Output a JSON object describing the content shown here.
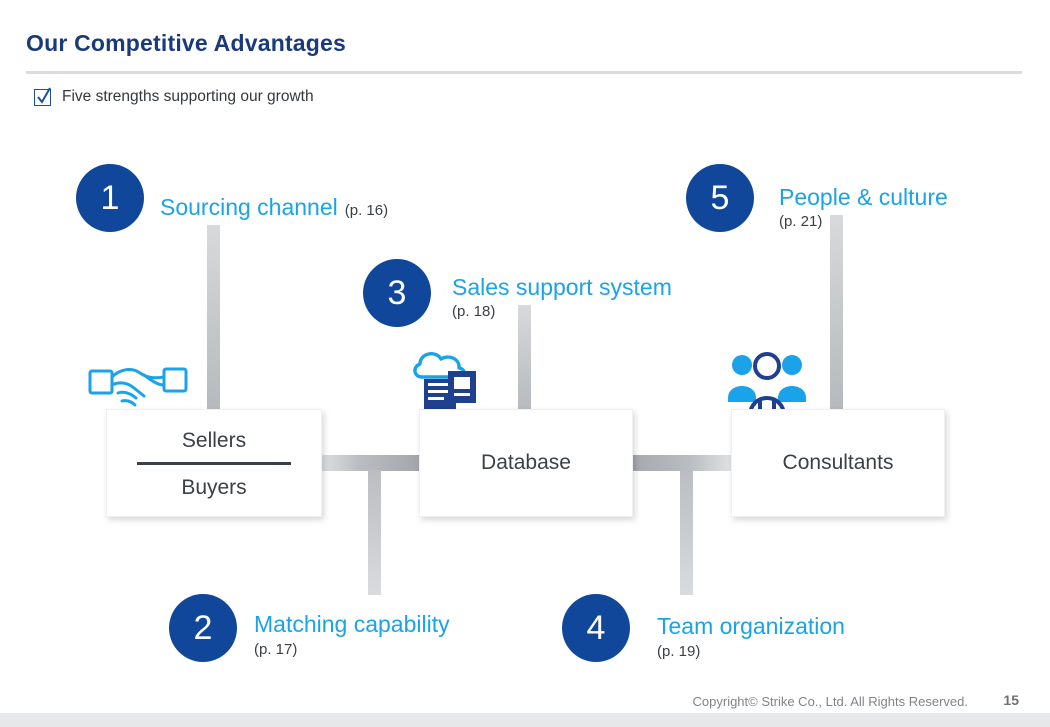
{
  "header": {
    "title": "Our Competitive Advantages",
    "subtitle": "Five strengths supporting our growth",
    "check_icon": "checkbox-checked-icon"
  },
  "colors": {
    "title_blue": "#1a3a7a",
    "circle_blue": "#10479b",
    "label_cyan": "#1aa3e8",
    "bar_gray": "#b9bcc0",
    "text_dark": "#3b4045"
  },
  "boxes": [
    {
      "id": "sellers-buyers",
      "top_label": "Sellers",
      "bottom_label": "Buyers"
    },
    {
      "id": "database",
      "label": "Database"
    },
    {
      "id": "consultants",
      "label": "Consultants"
    }
  ],
  "nodes": [
    {
      "number": "1",
      "label": "Sourcing channel",
      "page": "(p. 16)",
      "page_inline": true
    },
    {
      "number": "2",
      "label": "Matching capability",
      "page": "(p. 17)",
      "page_inline": false
    },
    {
      "number": "3",
      "label": "Sales support system",
      "page": "(p. 18)",
      "page_inline": false
    },
    {
      "number": "4",
      "label": "Team organization",
      "page": "(p. 19)",
      "page_inline": false
    },
    {
      "number": "5",
      "label": "People & culture",
      "page": "(p. 21)",
      "page_inline": false
    }
  ],
  "icons": {
    "handshake": "handshake-icon",
    "database_docs": "cloud-documents-icon",
    "people": "people-group-icon"
  },
  "footer": {
    "copyright": "Copyright© Strike Co., Ltd. All Rights Reserved.",
    "page_number": "15"
  }
}
